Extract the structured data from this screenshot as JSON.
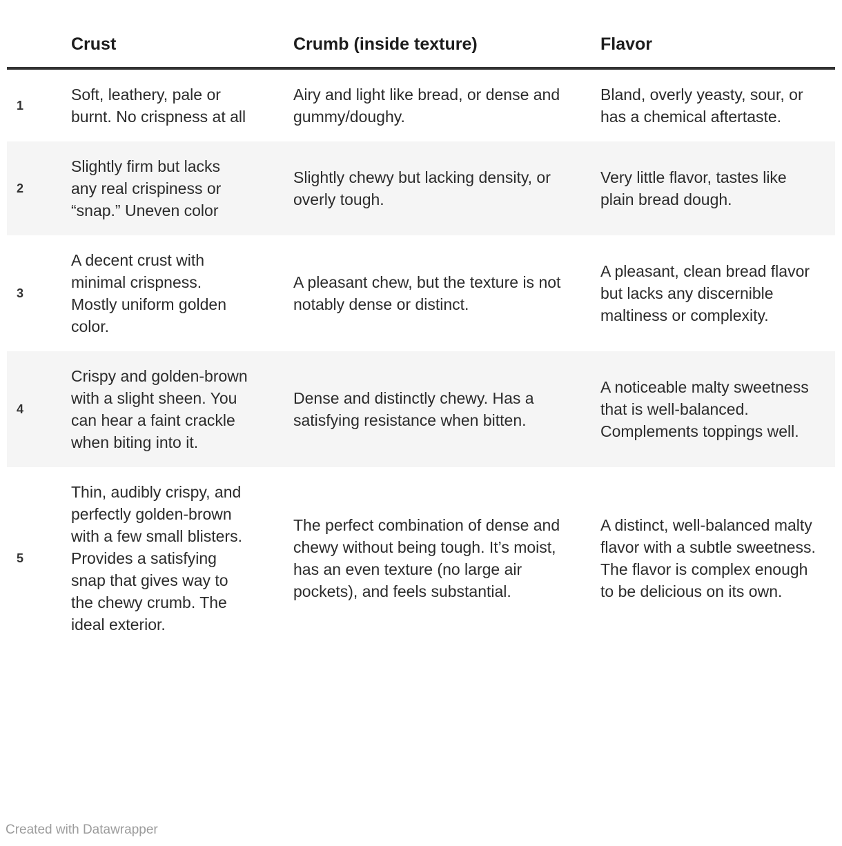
{
  "chart_data": {
    "type": "table",
    "columns": [
      "",
      "Crust",
      "Crumb (inside texture)",
      "Flavor"
    ],
    "rows": [
      [
        "1",
        "Soft, leathery, pale or burnt. No crispness at all",
        "Airy and light like bread, or dense and gummy/doughy.",
        "Bland, overly yeasty, sour, or has a chemical aftertaste."
      ],
      [
        "2",
        "Slightly firm but lacks any real crispiness or “snap.” Uneven color",
        "Slightly chewy but lacking density, or overly tough.",
        "Very little flavor, tastes like plain bread dough."
      ],
      [
        "3",
        "A decent crust with minimal crispness. Mostly uniform golden color.",
        "A pleasant chew, but the texture is not notably dense or distinct.",
        "A pleasant, clean bread flavor but lacks any discernible maltiness or complexity."
      ],
      [
        "4",
        "Crispy and golden-brown with a slight sheen. You can hear a faint crackle when biting into it.",
        "Dense and distinctly chewy. Has a satisfying resistance when bitten.",
        "A noticeable malty sweetness that is well-balanced. Complements toppings well."
      ],
      [
        "5",
        "Thin, audibly crispy, and perfectly golden-brown with a few small blisters. Provides a satisfying snap that gives way to the chewy crumb. The ideal exterior.",
        "The perfect combination of dense and chewy without being tough. It’s moist, has an even texture (no large air pockets), and feels substantial.",
        "A distinct, well-balanced malty flavor with a subtle sweetness. The flavor is complex enough to be delicious on its own."
      ]
    ],
    "layout": {
      "striped_rows": true,
      "legend": "none",
      "grid": "off"
    }
  },
  "colors": {
    "stripe": "#f5f5f5",
    "header_border": "#333333",
    "body_text": "#2b2b2b",
    "credit_text": "#9c9c9c"
  },
  "footer": {
    "credit": "Created with Datawrapper"
  }
}
